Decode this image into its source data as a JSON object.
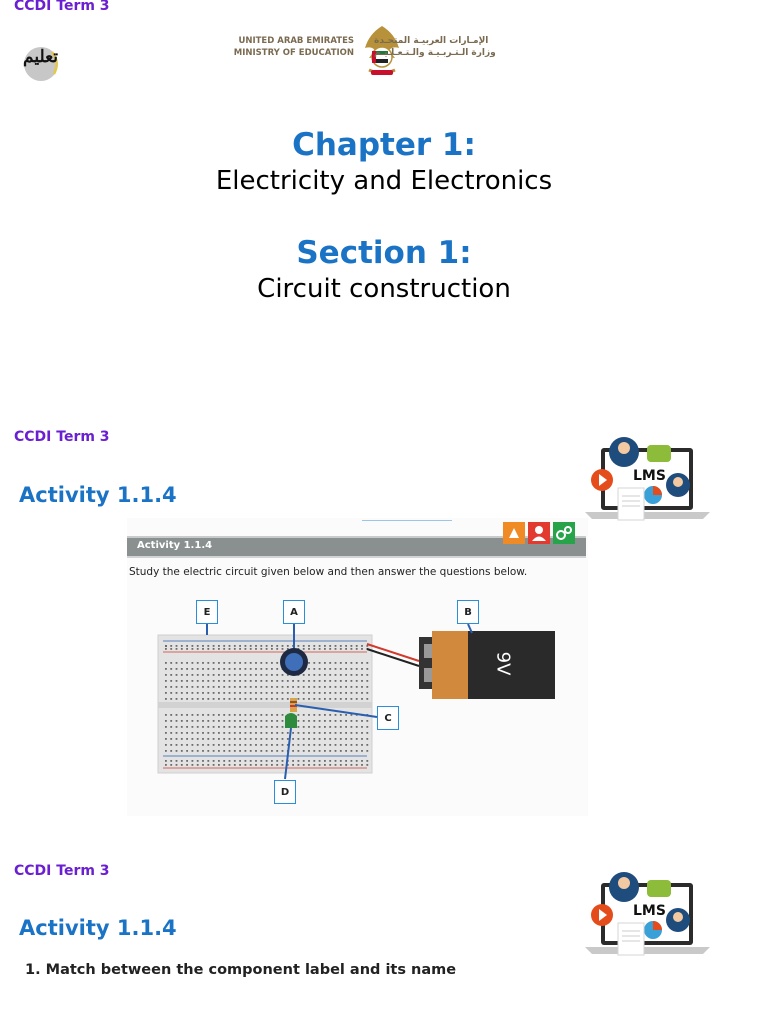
{
  "slides": [
    {
      "ccdi": "CCDI Term 3",
      "logo": {
        "script_text": "تعليم"
      },
      "ministry": {
        "english_lines": [
          "UNITED ARAB EMIRATES",
          "MINISTRY OF EDUCATION"
        ],
        "arabic_lines": [
          "الإمـارات العربيـة المتحـدة",
          "وزارة الـتـربـيـة والـتـعـلـيـم"
        ]
      },
      "chapter": {
        "label": "Chapter 1:",
        "title": "Electricity and Electronics"
      },
      "section": {
        "label": "Section 1:",
        "title": "Circuit construction"
      }
    },
    {
      "ccdi": "CCDI Term 3",
      "activity_title": "Activity 1.1.4",
      "lms_label": "LMS",
      "figure": {
        "header_label": "Activity 1.1.4",
        "instruction": "Study the electric circuit given below and then answer the questions below.",
        "labels": [
          "E",
          "A",
          "B",
          "C",
          "D"
        ],
        "battery_label": "9V"
      }
    },
    {
      "ccdi": "CCDI Term 3",
      "activity_title": "Activity 1.1.4",
      "lms_label": "LMS",
      "question": "1. Match between the component label and its name"
    }
  ]
}
